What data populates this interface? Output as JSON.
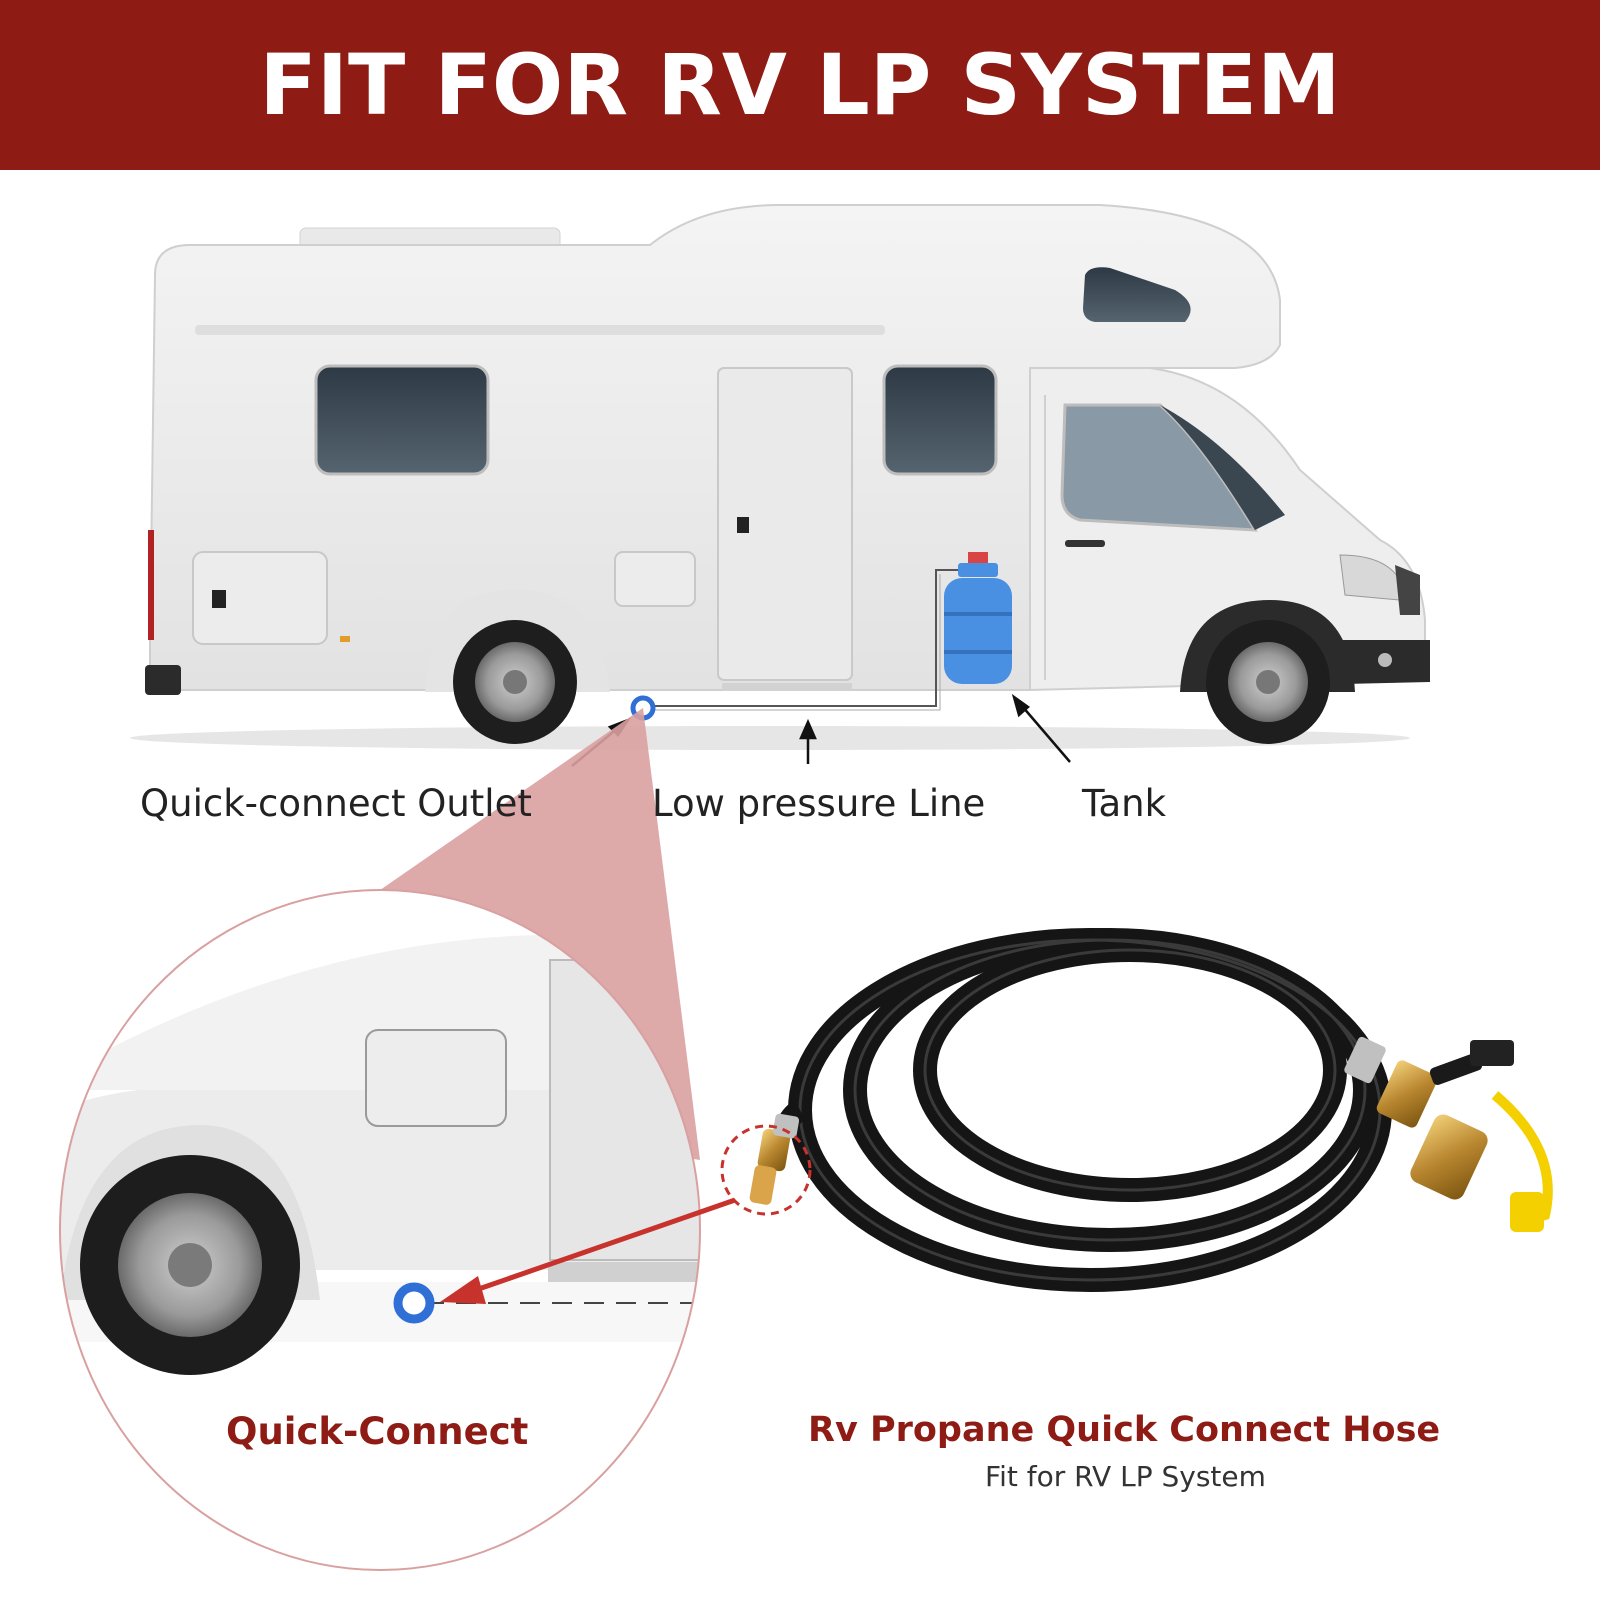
{
  "banner": {
    "title": "FIT FOR RV LP SYSTEM"
  },
  "labels": {
    "outlet": "Quick-connect Outlet",
    "line": "Low pressure Line",
    "tank": "Tank"
  },
  "zoom": {
    "caption": "Quick-Connect"
  },
  "product": {
    "title": "Rv Propane Quick Connect Hose",
    "subtitle": "Fit for RV LP System"
  },
  "colors": {
    "brand": "#8e1c15",
    "connector": "#2f6fd6",
    "tank": "#4a90e2",
    "callout": "#d9a0a0"
  }
}
